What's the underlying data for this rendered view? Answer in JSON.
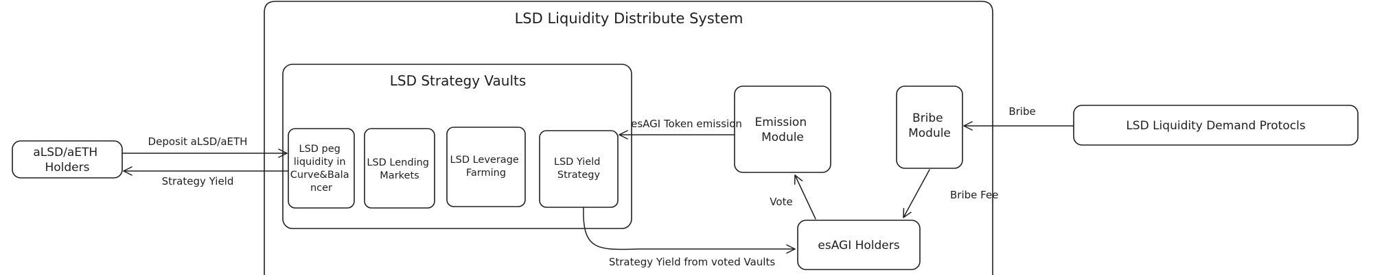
{
  "diagram": {
    "system_title": "LSD Liquidity Distribute System",
    "vaults_title": "LSD Strategy Vaults",
    "nodes": {
      "holders": [
        "aLSD/aETH",
        "Holders"
      ],
      "curve": [
        "LSD peg",
        "liquidity in",
        "Curve&Bala",
        "ncer"
      ],
      "lending": [
        "LSD Lending",
        "Markets"
      ],
      "leverage": [
        "LSD Leverage",
        "Farming"
      ],
      "yield": [
        "LSD Yield",
        "Strategy"
      ],
      "emission": [
        "Emission",
        "Module"
      ],
      "bribe": [
        "Bribe",
        "Module"
      ],
      "demand": [
        "LSD Liquidity Demand Protocls"
      ],
      "esagi": [
        "esAGI Holders"
      ]
    },
    "edges": {
      "deposit": "Deposit aLSD/aETH",
      "strategy_yield": "Strategy Yield",
      "token_emission": "esAGI Token emission",
      "bribe": "Bribe",
      "bribe_fee": "Bribe Fee",
      "vote": "Vote",
      "voted_yield": "Strategy Yield from voted Vaults"
    }
  }
}
